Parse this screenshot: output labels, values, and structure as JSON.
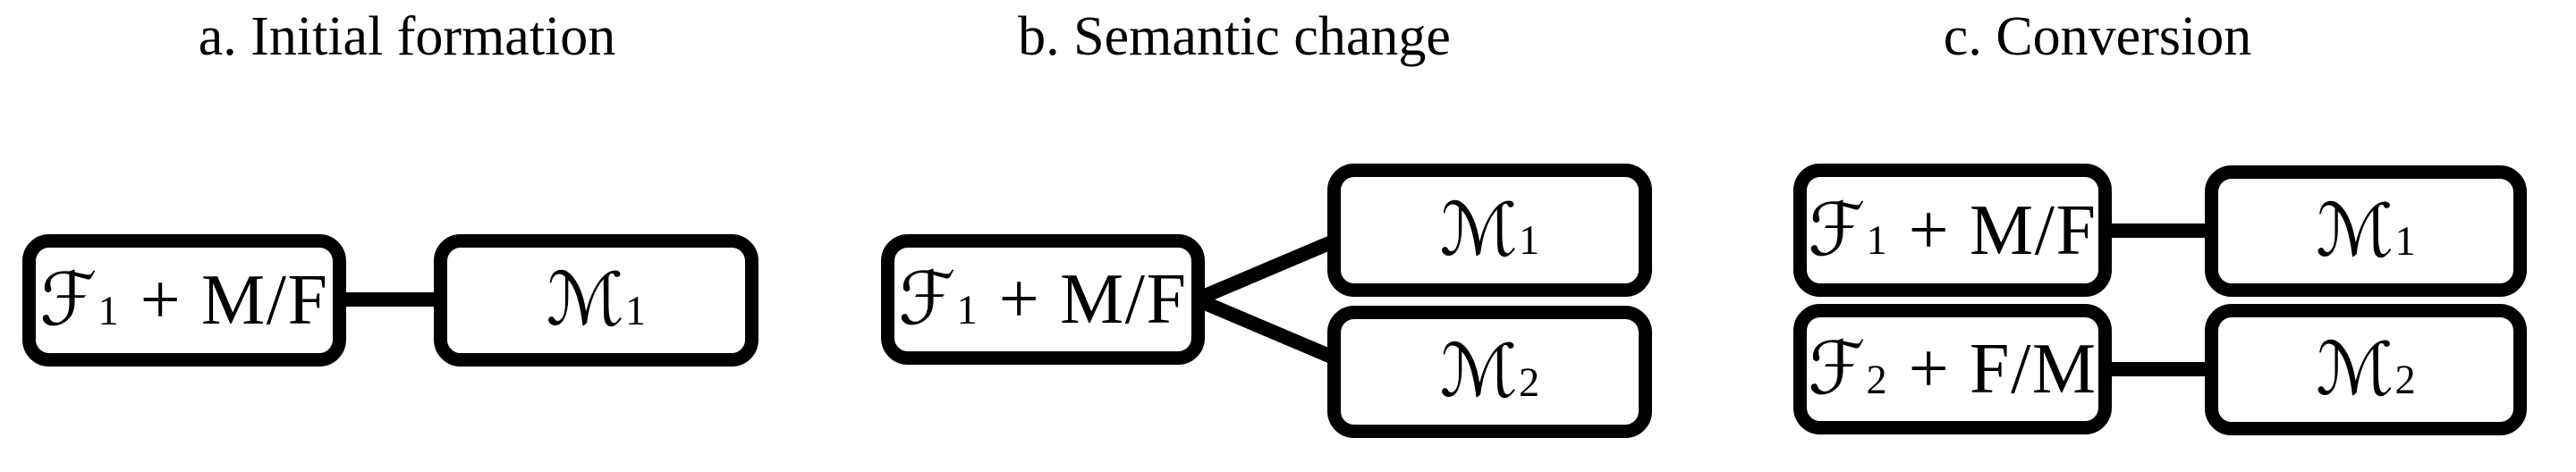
{
  "colors": {
    "ink": "#000000",
    "paper": "#ffffff",
    "box_fill": "#ffffff"
  },
  "panels": [
    {
      "label": "a. Initial formation",
      "boxes": [
        {
          "script": "ℱ",
          "sub": "1",
          "rest": "+ M/F"
        },
        {
          "script": "ℳ",
          "sub": "1",
          "rest": ""
        }
      ]
    },
    {
      "label": "b. Semantic change",
      "boxes": [
        {
          "script": "ℱ",
          "sub": "1",
          "rest": "+ M/F"
        },
        {
          "script": "ℳ",
          "sub": "1",
          "rest": ""
        },
        {
          "script": "ℳ",
          "sub": "2",
          "rest": ""
        }
      ]
    },
    {
      "label": "c. Conversion",
      "boxes": [
        {
          "script": "ℱ",
          "sub": "1",
          "rest": "+ M/F"
        },
        {
          "script": "ℳ",
          "sub": "1",
          "rest": ""
        },
        {
          "script": "ℱ",
          "sub": "2",
          "rest": "+ F/M"
        },
        {
          "script": "ℳ",
          "sub": "2",
          "rest": ""
        }
      ]
    }
  ]
}
